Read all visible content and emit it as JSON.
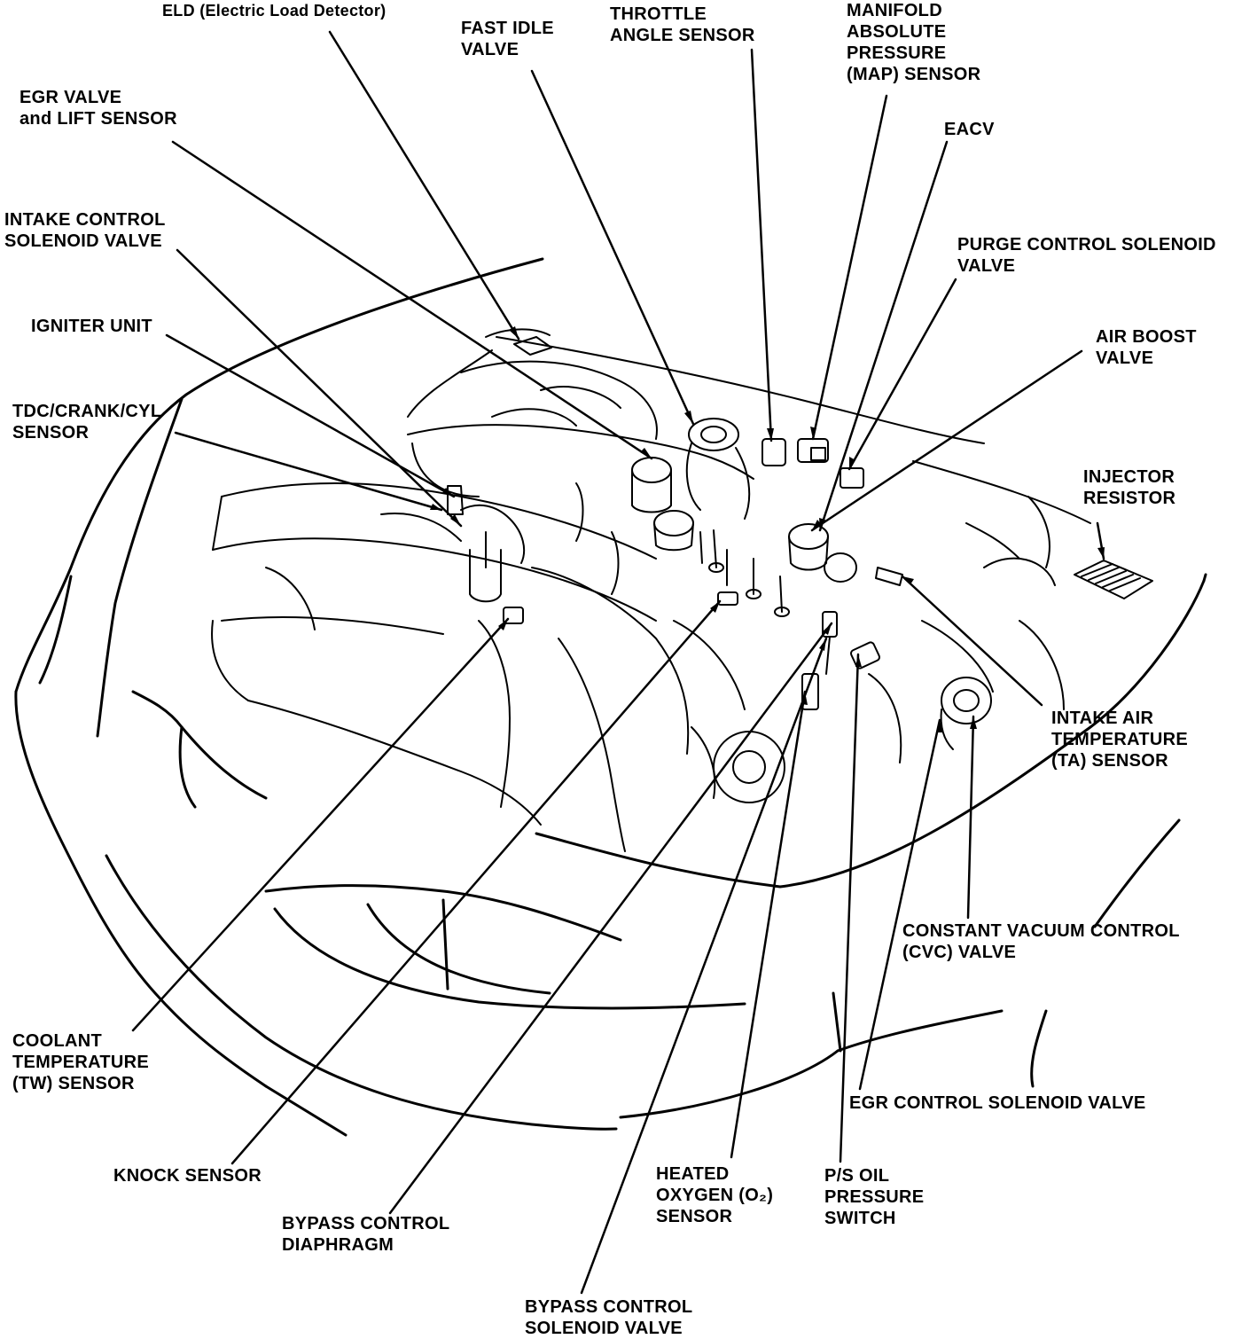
{
  "colors": {
    "ink": "#000000",
    "paper": "#ffffff"
  },
  "labels": {
    "eld": [
      "ELD (Electric Load Detector)"
    ],
    "fast_idle": [
      "FAST IDLE",
      "VALVE"
    ],
    "throttle": [
      "THROTTLE",
      "ANGLE SENSOR"
    ],
    "map": [
      "MANIFOLD",
      "ABSOLUTE",
      "PRESSURE",
      "(MAP) SENSOR"
    ],
    "egr_valve": [
      "EGR VALVE",
      "and LIFT SENSOR"
    ],
    "eacv": [
      "EACV"
    ],
    "intake_control": [
      "INTAKE CONTROL",
      "SOLENOID VALVE"
    ],
    "purge": [
      "PURGE CONTROL SOLENOID",
      "VALVE"
    ],
    "igniter": [
      "IGNITER UNIT"
    ],
    "air_boost": [
      "AIR BOOST",
      "VALVE"
    ],
    "tdc": [
      "TDC/CRANK/CYL",
      "SENSOR"
    ],
    "injector_resistor": [
      "INJECTOR",
      "RESISTOR"
    ],
    "intake_air_temp": [
      "INTAKE AIR",
      "TEMPERATURE",
      "(TA) SENSOR"
    ],
    "cvc": [
      "CONSTANT VACUUM CONTROL",
      "(CVC) VALVE"
    ],
    "coolant": [
      "COOLANT",
      "TEMPERATURE",
      "(TW) SENSOR"
    ],
    "egr_control": [
      "EGR CONTROL SOLENOID VALVE"
    ],
    "knock": [
      "KNOCK SENSOR"
    ],
    "heated_o2": [
      "HEATED",
      "OXYGEN (O₂)",
      "SENSOR"
    ],
    "ps_oil": [
      "P/S OIL",
      "PRESSURE",
      "SWITCH"
    ],
    "bypass_diaphragm": [
      "BYPASS CONTROL",
      "DIAPHRAGM"
    ],
    "bypass_solenoid": [
      "BYPASS CONTROL",
      "SOLENOID VALVE"
    ]
  }
}
